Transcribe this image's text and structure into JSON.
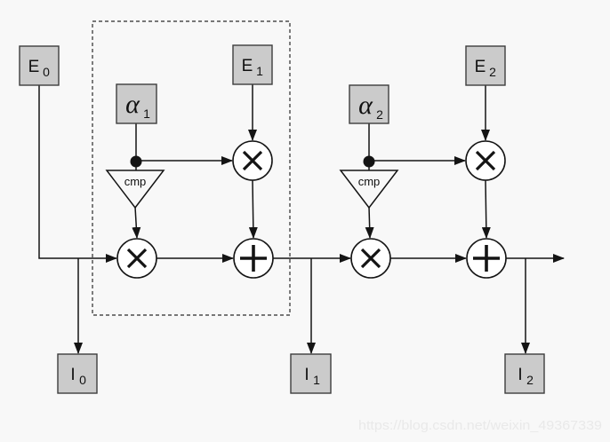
{
  "diagram": {
    "nodes": {
      "e0": {
        "label": "E",
        "sub": "0"
      },
      "e1": {
        "label": "E",
        "sub": "1"
      },
      "e2": {
        "label": "E",
        "sub": "2"
      },
      "alpha1": {
        "label": "α",
        "sub": "1"
      },
      "alpha2": {
        "label": "α",
        "sub": "2"
      },
      "i0": {
        "label": "I",
        "sub": "0"
      },
      "i1": {
        "label": "I",
        "sub": "1"
      },
      "i2": {
        "label": "I",
        "sub": "2"
      }
    },
    "comparators": {
      "cmp1": "cmp",
      "cmp2": "cmp"
    },
    "operators": {
      "multiply": "×",
      "add": "+"
    },
    "watermark": "https://blog.csdn.net/weixin_49367339",
    "colors": {
      "background": "#f8f8f8",
      "box_fill": "#cbcbcb",
      "box_border": "#3d3d3d",
      "line": "#141414",
      "watermark": "#e9e9e9"
    }
  }
}
